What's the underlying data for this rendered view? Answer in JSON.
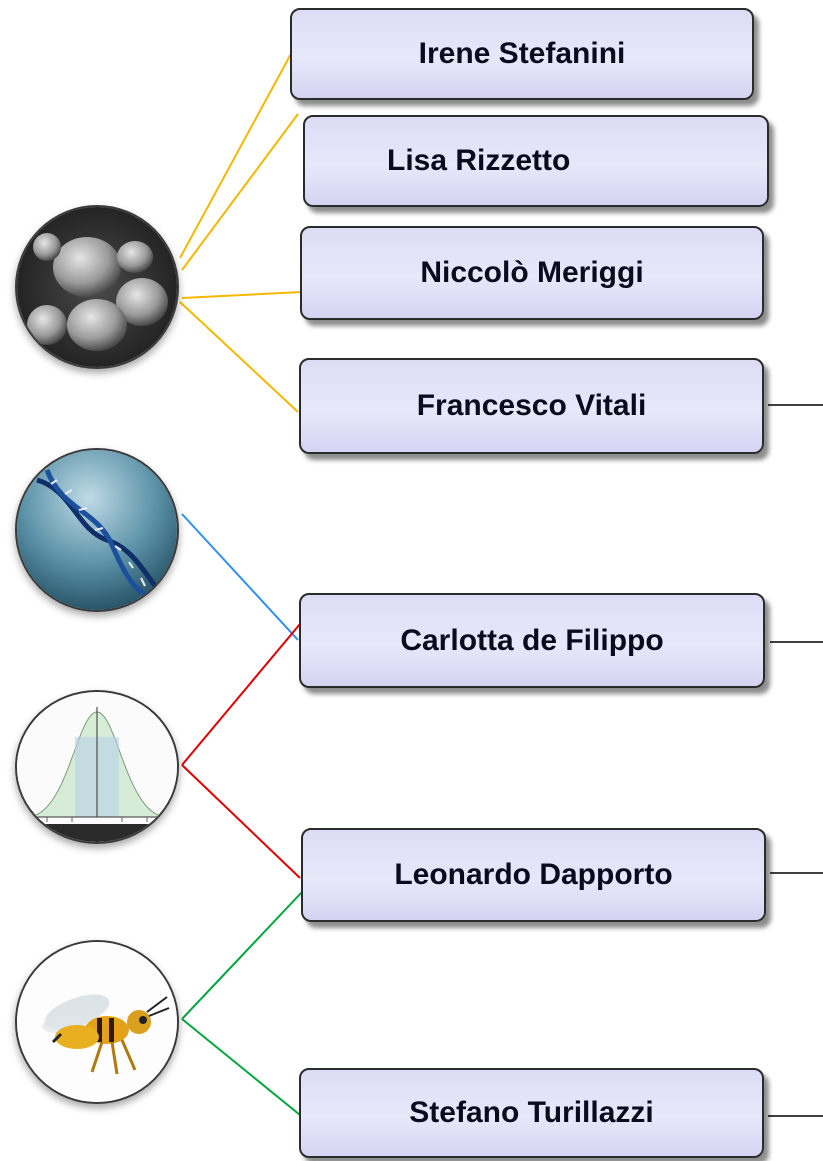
{
  "names": {
    "irene": "Irene Stefanini",
    "lisa": "Lisa Rizzetto",
    "niccolo": "Niccolò Meriggi",
    "francesco": "Francesco Vitali",
    "carlotta": "Carlotta de Filippo",
    "leonardo": "Leonardo Dapporto",
    "stefano": "Stefano Turillazzi"
  },
  "colors": {
    "yeast_links": "#f5b800",
    "dna_links": "#2e8ff0",
    "stats_links": "#e00000",
    "wasp_links": "#00a63c",
    "right_links": "#000000",
    "box_fill": "#e2e2f8"
  },
  "icons": [
    "yeast-cells-icon",
    "dna-helix-icon",
    "normal-distribution-icon",
    "wasp-icon"
  ]
}
